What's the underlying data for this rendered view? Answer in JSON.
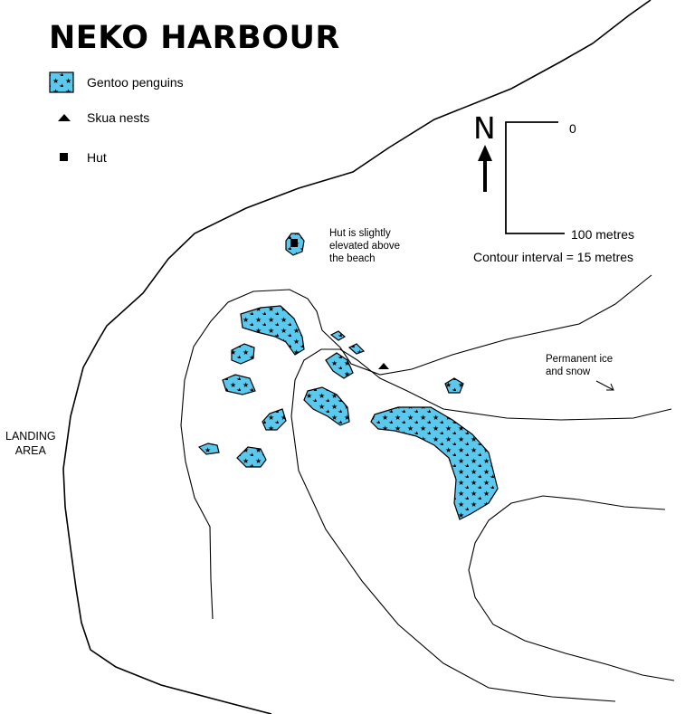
{
  "title": "NEKO HARBOUR",
  "legend": {
    "penguins": "Gentoo penguins",
    "skua": "Skua nests",
    "hut": "Hut"
  },
  "colors": {
    "penguin_fill": "#5bc8ee",
    "line": "#000000",
    "background": "#ffffff"
  },
  "notes": {
    "hut_line1": "Hut is slightly",
    "hut_line2": "elevated above",
    "hut_line3": "the beach",
    "ice_line1": "Permanent ice",
    "ice_line2": "and snow"
  },
  "north_label": "N",
  "scale": {
    "zero": "0",
    "length": "100 metres",
    "contour": "Contour interval = 15 metres"
  },
  "landing": {
    "line1": "LANDING",
    "line2": "AREA"
  }
}
